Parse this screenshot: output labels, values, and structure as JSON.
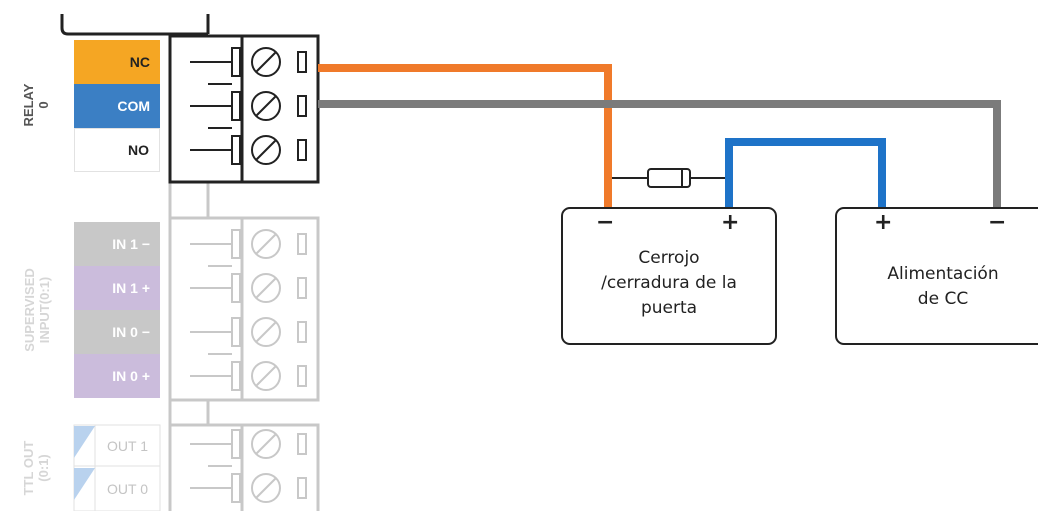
{
  "relay": {
    "title_line1": "RELAY",
    "title_line2": "0",
    "terminals": [
      {
        "label": "NC",
        "bg": "#F5A623",
        "fg": "#222222"
      },
      {
        "label": "COM",
        "bg": "#3B7FC4",
        "fg": "#ffffff"
      },
      {
        "label": "NO",
        "bg": "#ffffff",
        "fg": "#222222"
      }
    ]
  },
  "supervised": {
    "title_line1": "SUPERVISED",
    "title_line2": "INPUT(0:1)",
    "terminals": [
      {
        "label": "IN 1 −",
        "bg": "#C8C8C8",
        "fg": "#ffffff"
      },
      {
        "label": "IN 1 +",
        "bg": "#CBBCDC",
        "fg": "#ffffff"
      },
      {
        "label": "IN 0 −",
        "bg": "#C8C8C8",
        "fg": "#ffffff"
      },
      {
        "label": "IN 0 +",
        "bg": "#CBBCDC",
        "fg": "#ffffff"
      }
    ]
  },
  "ttl": {
    "title_line1": "TTL OUT",
    "title_line2": "(0:1)",
    "terminals": [
      {
        "label": "OUT 1"
      },
      {
        "label": "OUT 0"
      }
    ]
  },
  "lock": {
    "text": "Cerrojo\n/cerradura de la\npuerta",
    "minus": "−",
    "plus": "+"
  },
  "psu": {
    "text": "Alimentación\nde CC",
    "plus": "+",
    "minus": "−"
  },
  "colors": {
    "nc_wire": "#F07A2A",
    "com_wire": "#7B7B7B",
    "dc_plus_wire": "#1E73C8",
    "black": "#222222",
    "dim_line": "#C8C8C8"
  }
}
